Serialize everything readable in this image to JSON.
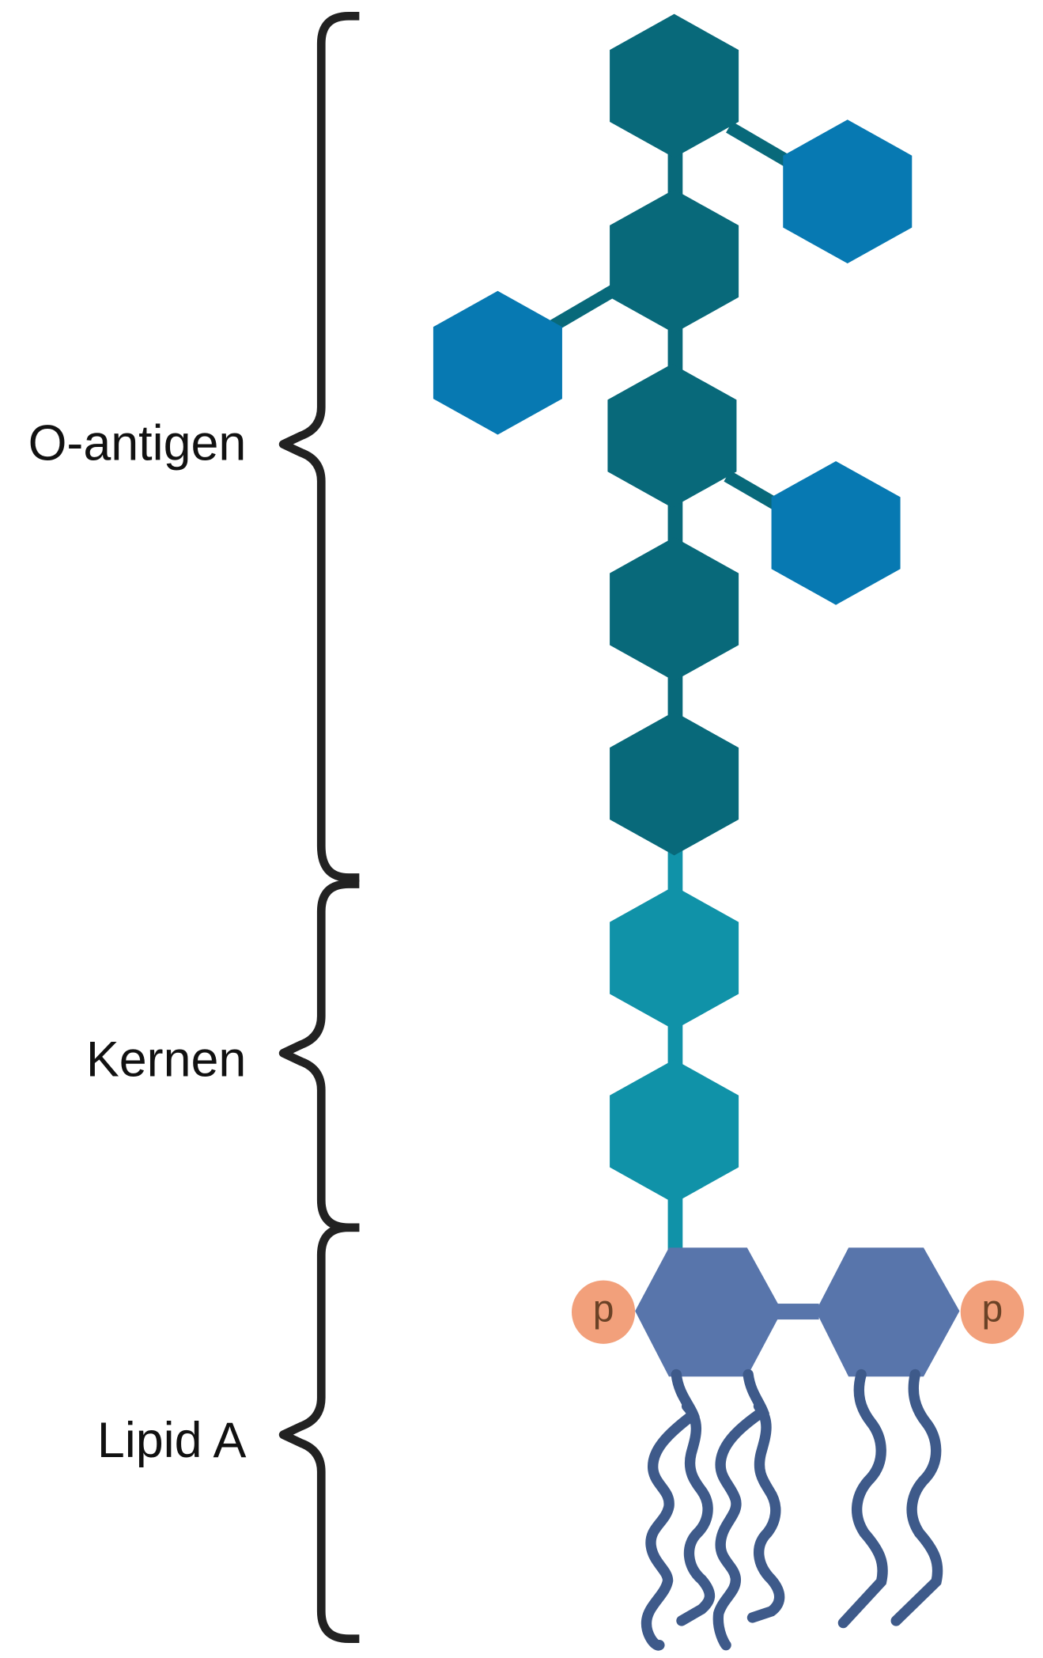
{
  "labels": {
    "o_antigen": "O-antigen",
    "core": "Kernen",
    "lipid_a": "Lipid A"
  },
  "phosphate": {
    "left": "p",
    "right": "p"
  },
  "colors": {
    "o_antigen_main": "#08697A",
    "o_antigen_branch": "#0779B2",
    "core": "#1092A8",
    "lipid_a": "#5875AB",
    "fatty_acid": "#3E5A8A",
    "phosphate": "#F2A07B",
    "brace": "#222222"
  }
}
